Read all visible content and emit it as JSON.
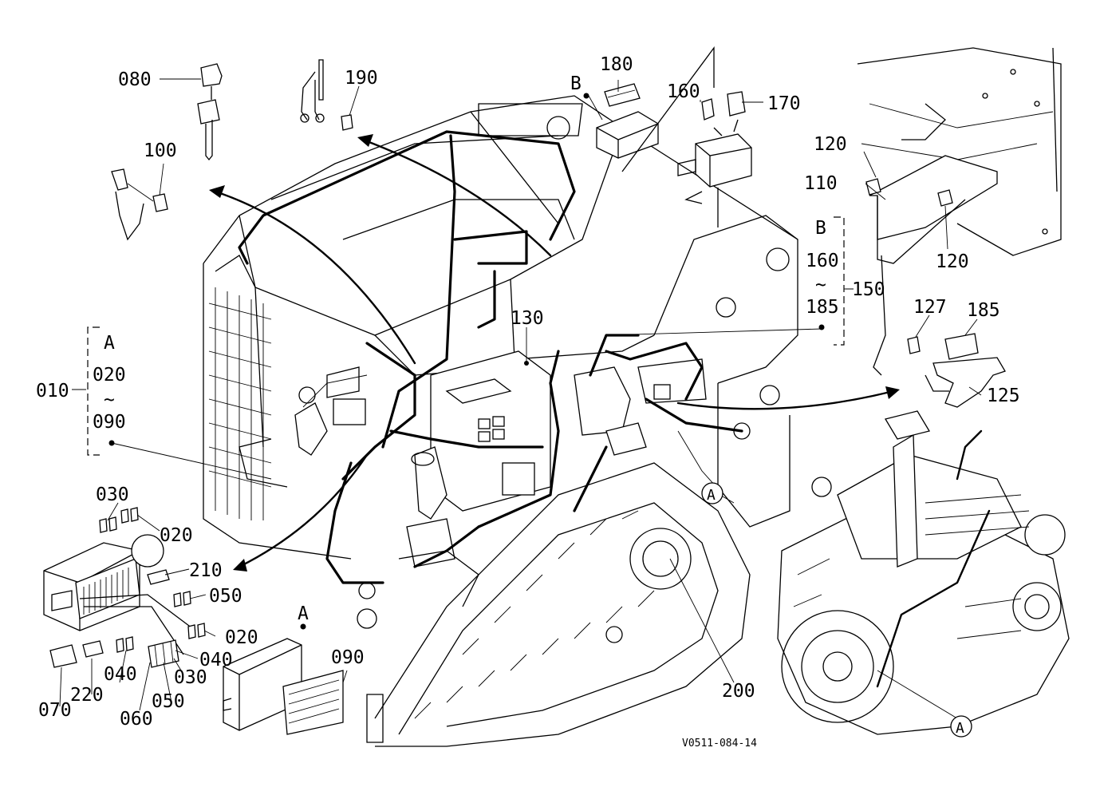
{
  "drawing_code": "V0511-084-14",
  "callouts": {
    "c080": "080",
    "c190": "190",
    "c100": "100",
    "c180": "180",
    "c160a": "160",
    "c170": "170",
    "c120a": "120",
    "c110": "110",
    "c120b": "120",
    "c150": "150",
    "c127": "127",
    "c185b": "185",
    "c125": "125",
    "c130": "130",
    "c010": "010",
    "c030a": "030",
    "c020a": "020",
    "c210": "210",
    "c050a": "050",
    "c020b": "020",
    "c040a": "040",
    "c040b": "040",
    "c030b": "030",
    "c050b": "050",
    "c060": "060",
    "c070": "070",
    "c220": "220",
    "c090b": "090",
    "c200": "200"
  },
  "group_a": {
    "letter": "A",
    "from": "020",
    "tilde": "~",
    "to": "090"
  },
  "group_b": {
    "letter": "B",
    "from": "160",
    "tilde": "~",
    "to": "185"
  },
  "markers": {
    "b1": "B",
    "a_panel": "A",
    "a_circle1": "A",
    "a_circle2": "A"
  }
}
